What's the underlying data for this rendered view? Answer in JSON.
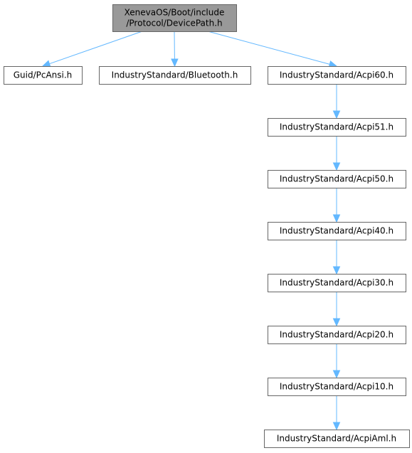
{
  "graph": {
    "nodes": [
      {
        "id": "root",
        "lines": [
          "XenevaOS/Boot/include",
          "/Protocol/DevicePath.h"
        ],
        "root": true
      },
      {
        "id": "pcansi",
        "lines": [
          "Guid/PcAnsi.h"
        ]
      },
      {
        "id": "bluetooth",
        "lines": [
          "IndustryStandard/Bluetooth.h"
        ]
      },
      {
        "id": "acpi60",
        "lines": [
          "IndustryStandard/Acpi60.h"
        ]
      },
      {
        "id": "acpi51",
        "lines": [
          "IndustryStandard/Acpi51.h"
        ]
      },
      {
        "id": "acpi50",
        "lines": [
          "IndustryStandard/Acpi50.h"
        ]
      },
      {
        "id": "acpi40",
        "lines": [
          "IndustryStandard/Acpi40.h"
        ]
      },
      {
        "id": "acpi30",
        "lines": [
          "IndustryStandard/Acpi30.h"
        ]
      },
      {
        "id": "acpi20",
        "lines": [
          "IndustryStandard/Acpi20.h"
        ]
      },
      {
        "id": "acpi10",
        "lines": [
          "IndustryStandard/Acpi10.h"
        ]
      },
      {
        "id": "acpiaml",
        "lines": [
          "IndustryStandard/AcpiAml.h"
        ]
      }
    ],
    "edges": [
      {
        "from": "root",
        "to": "pcansi"
      },
      {
        "from": "root",
        "to": "bluetooth"
      },
      {
        "from": "root",
        "to": "acpi60"
      },
      {
        "from": "acpi60",
        "to": "acpi51"
      },
      {
        "from": "acpi51",
        "to": "acpi50"
      },
      {
        "from": "acpi50",
        "to": "acpi40"
      },
      {
        "from": "acpi40",
        "to": "acpi30"
      },
      {
        "from": "acpi30",
        "to": "acpi20"
      },
      {
        "from": "acpi20",
        "to": "acpi10"
      },
      {
        "from": "acpi10",
        "to": "acpiaml"
      }
    ],
    "colors": {
      "edge": "#63b8ff",
      "root_fill": "#999999",
      "node_fill": "#ffffff",
      "node_border": "#666666"
    }
  }
}
